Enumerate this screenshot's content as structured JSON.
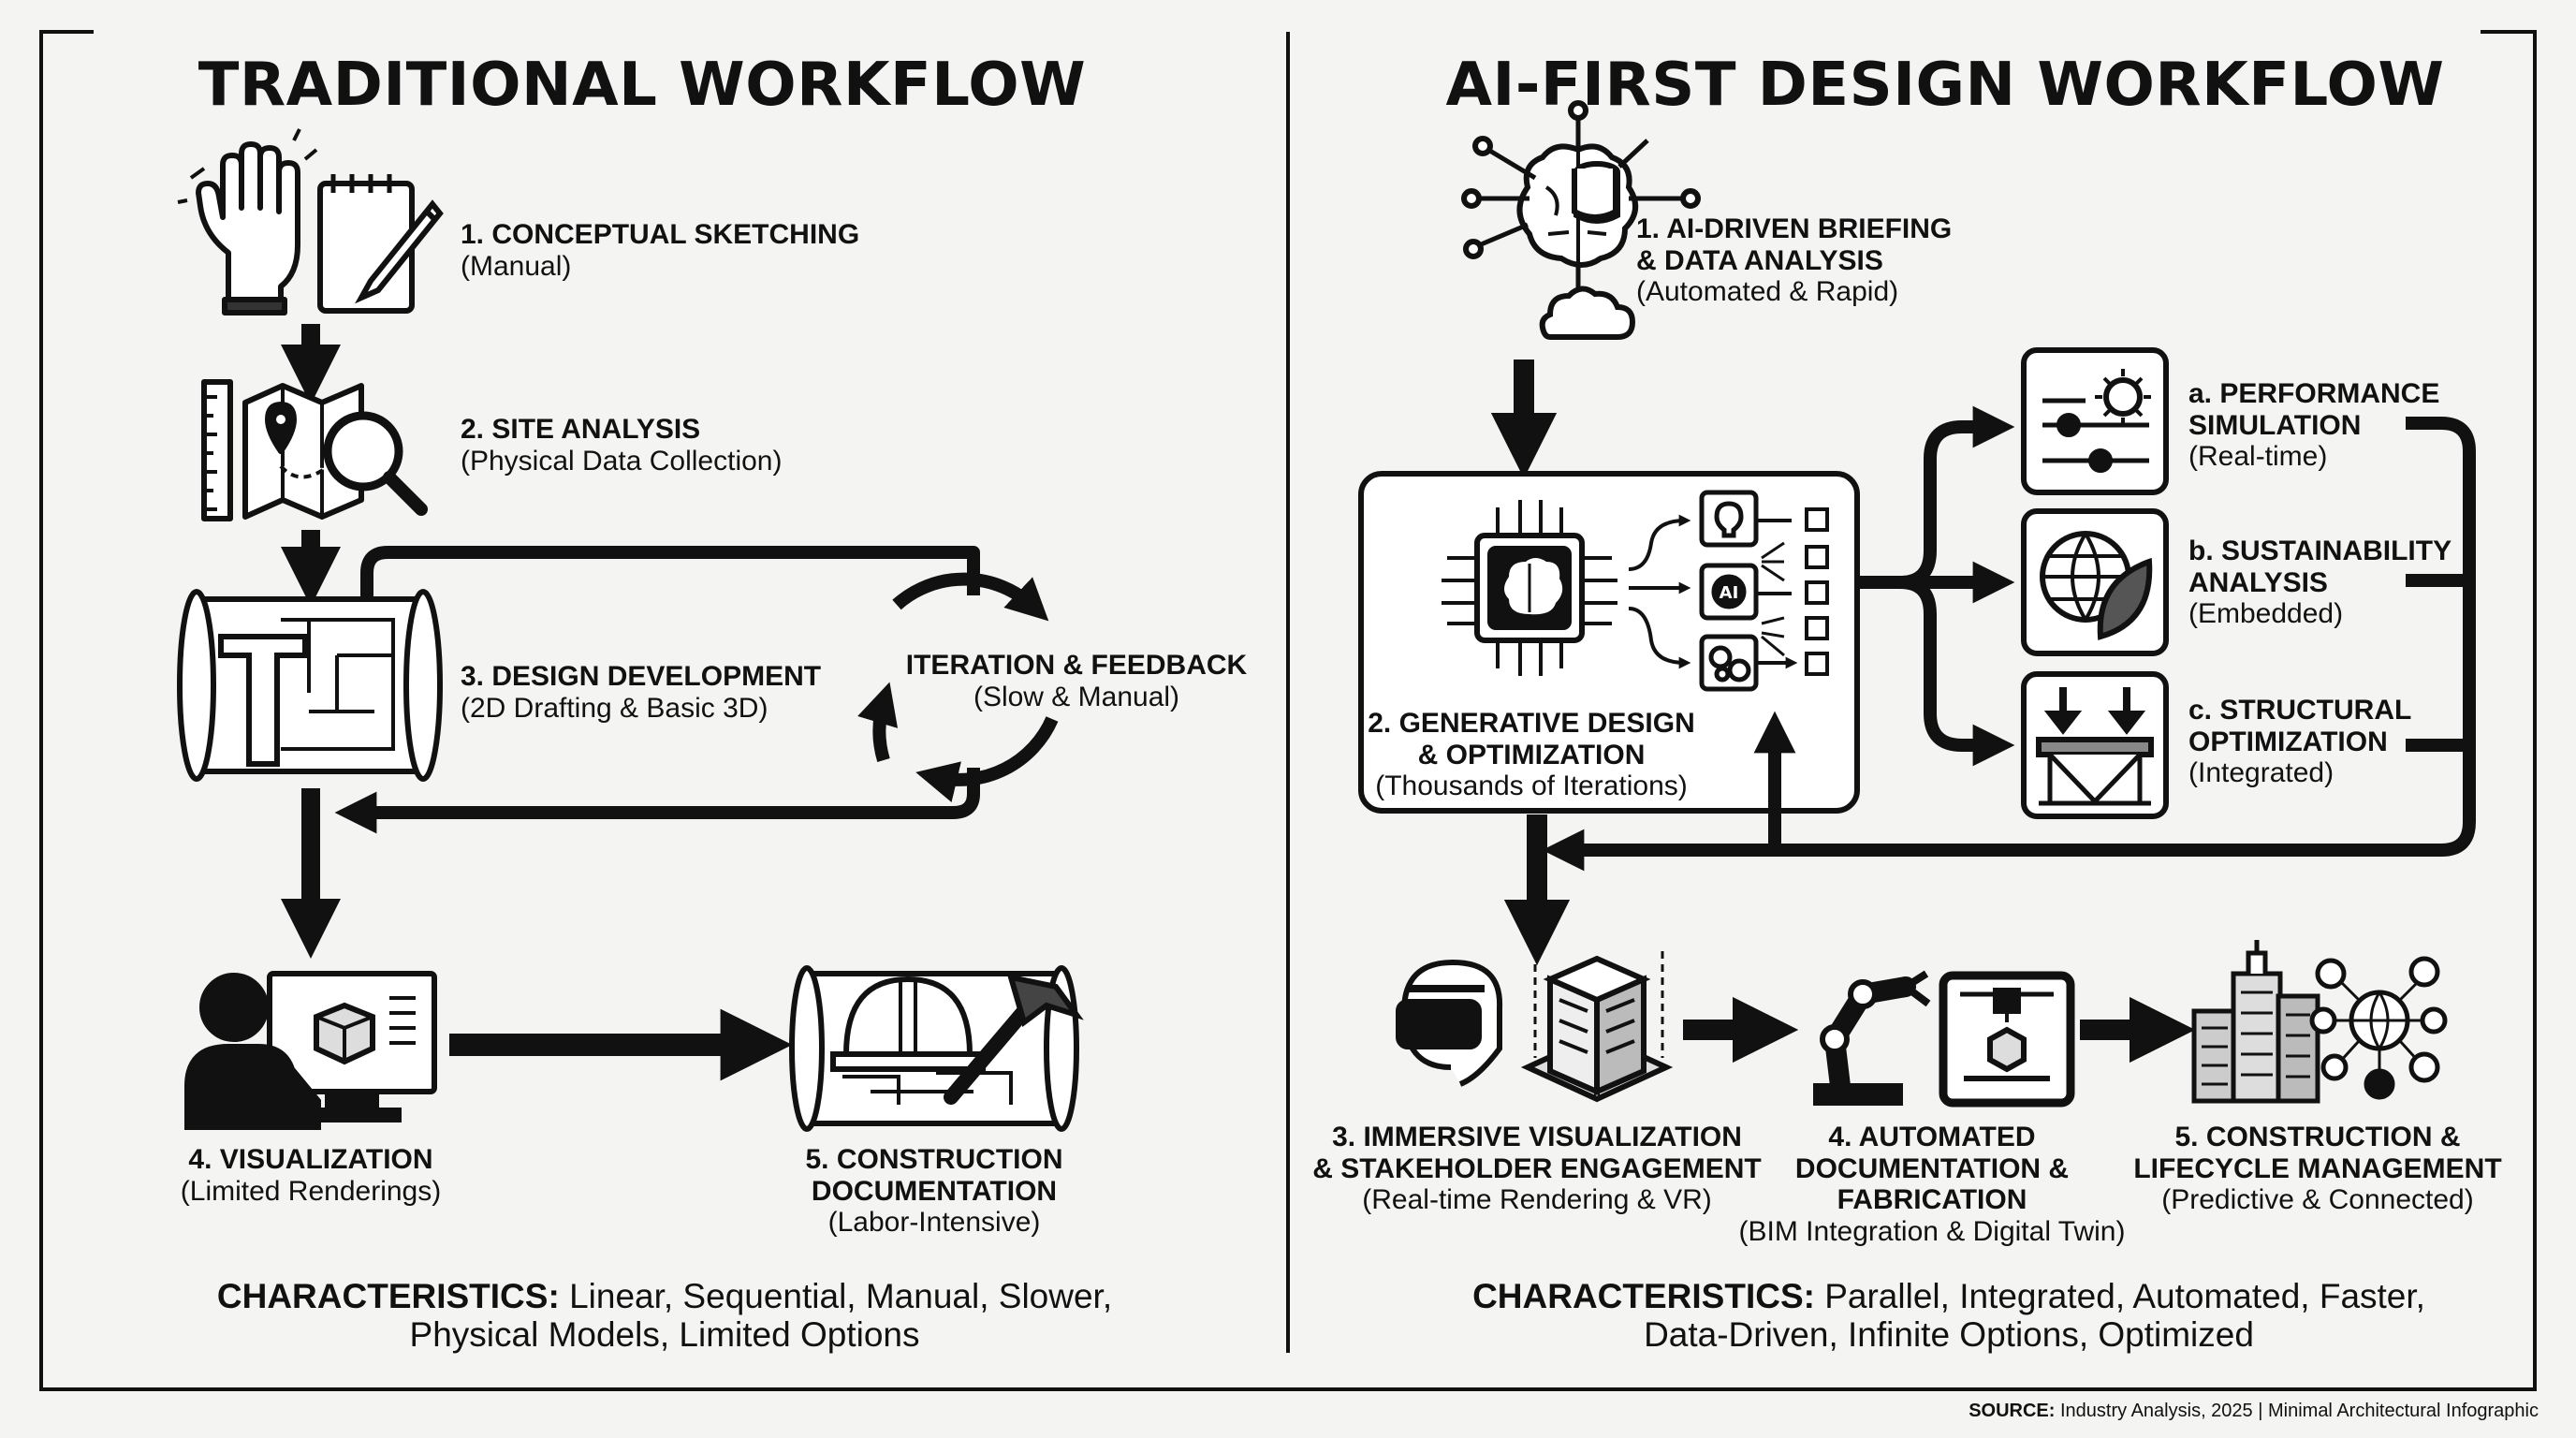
{
  "left": {
    "title": "TRADITIONAL WORKFLOW",
    "steps": [
      {
        "title": "1. CONCEPTUAL SKETCHING",
        "sub": "(Manual)"
      },
      {
        "title": "2. SITE ANALYSIS",
        "sub": "(Physical Data Collection)"
      },
      {
        "title": "3. DESIGN DEVELOPMENT",
        "sub": "(2D Drafting & Basic 3D)"
      },
      {
        "title": "4. VISUALIZATION",
        "sub": "(Limited Renderings)"
      },
      {
        "title": "5. CONSTRUCTION",
        "title2": "DOCUMENTATION",
        "sub": "(Labor-Intensive)"
      }
    ],
    "loop": {
      "title": "ITERATION & FEEDBACK",
      "sub": "(Slow & Manual)"
    },
    "characteristics": {
      "label": "CHARACTERISTICS:",
      "line1": "Linear, Sequential, Manual, Slower,",
      "line2": "Physical Models, Limited Options"
    }
  },
  "right": {
    "title": "AI-FIRST DESIGN WORKFLOW",
    "step1": {
      "l1": "1. AI-DRIVEN BRIEFING",
      "l2": "& DATA ANALYSIS",
      "sub": "(Automated & Rapid)"
    },
    "step2": {
      "l1": "2. GENERATIVE DESIGN",
      "l2": "& OPTIMIZATION",
      "sub": "(Thousands of Iterations)"
    },
    "branches": [
      {
        "l1": "a. PERFORMANCE",
        "l2": "SIMULATION",
        "sub": "(Real-time)"
      },
      {
        "l1": "b. SUSTAINABILITY",
        "l2": "ANALYSIS",
        "sub": "(Embedded)"
      },
      {
        "l1": "c. STRUCTURAL",
        "l2": "OPTIMIZATION",
        "sub": "(Integrated)"
      }
    ],
    "step3": {
      "l1": "3. IMMERSIVE VISUALIZATION",
      "l2": "& STAKEHOLDER ENGAGEMENT",
      "sub": "(Real-time Rendering & VR)"
    },
    "step4": {
      "l1": "4. AUTOMATED",
      "l2": "DOCUMENTATION &",
      "l3": "FABRICATION",
      "sub": "(BIM Integration & Digital Twin)"
    },
    "step5": {
      "l1": "5. CONSTRUCTION &",
      "l2": "LIFECYCLE MANAGEMENT",
      "sub": "(Predictive & Connected)"
    },
    "chip_label": "AI",
    "characteristics": {
      "label": "CHARACTERISTICS:",
      "line1": "Parallel, Integrated, Automated, Faster,",
      "line2": "Data-Driven, Infinite Options, Optimized"
    }
  },
  "source": {
    "label": "SOURCE:",
    "text": "Industry Analysis, 2025 | Minimal Architectural Infographic"
  }
}
